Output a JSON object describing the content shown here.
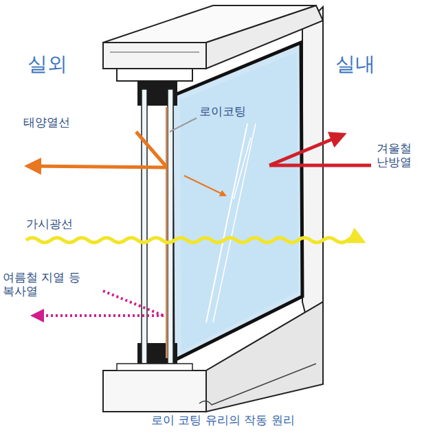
{
  "diagram": {
    "caption": "로이 코팅 유리의 작동 원리",
    "labels": [
      "실외",
      "실내",
      "태양열선",
      "로이코팅",
      "겨울철 난방열",
      "가시광선",
      "여름철 지열 등 복사열"
    ]
  }
}
